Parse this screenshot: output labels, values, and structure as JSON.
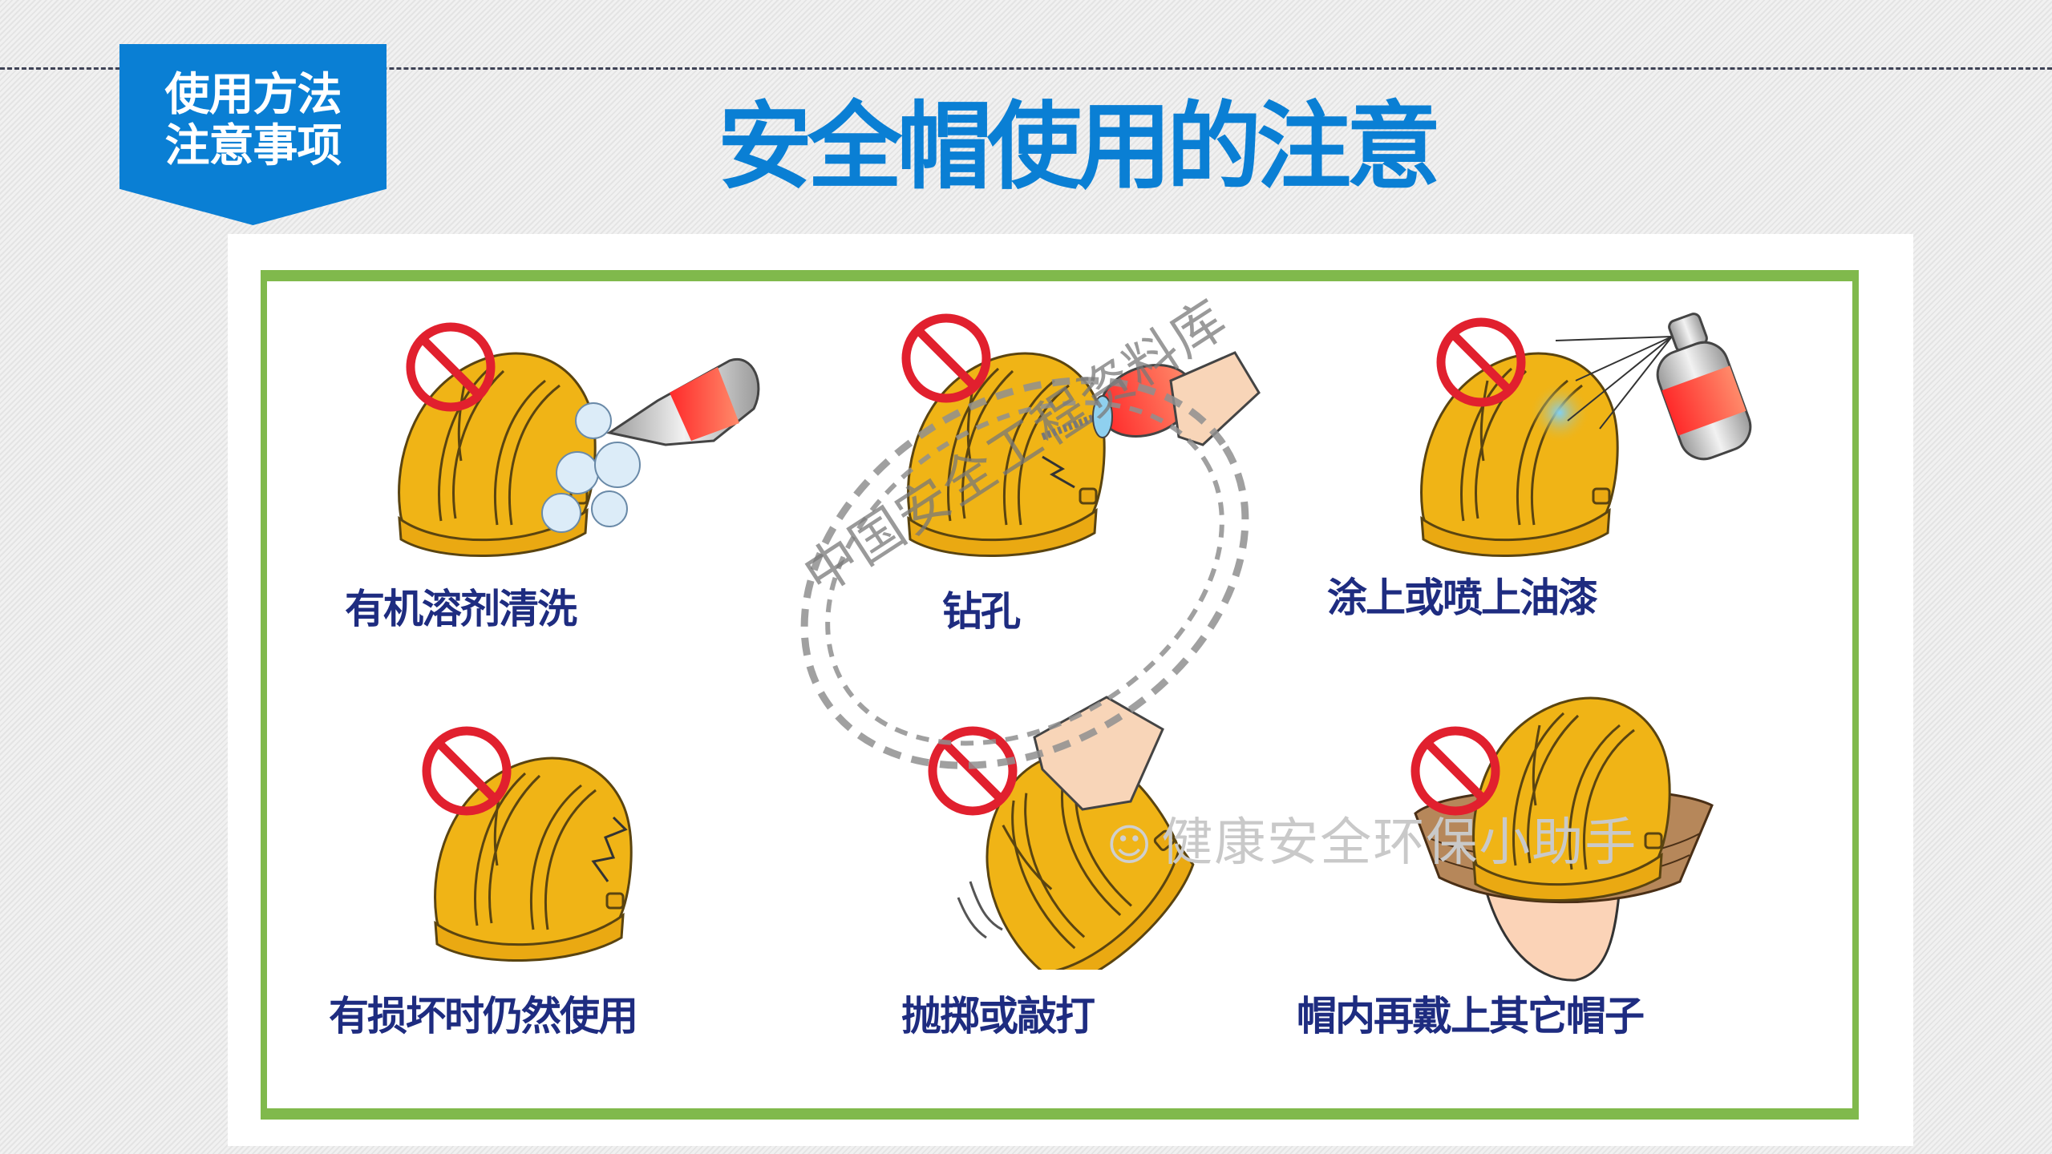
{
  "header": {
    "badge_line1": "使用方法",
    "badge_line2": "注意事项",
    "title": "安全帽使用的注意"
  },
  "colors": {
    "accent_blue": "#0a7fd4",
    "frame_green": "#80b94c",
    "label_navy": "#1e2c80",
    "helmet_yellow": "#f0b416",
    "prohibit_red": "#e1202e",
    "dash_line": "#3e4255"
  },
  "items": [
    {
      "label": "有机溶剂清洗",
      "icon": "prohibition-icon",
      "illustration": "helmet-solvent-cleaning"
    },
    {
      "label": "钻孔",
      "icon": "prohibition-icon",
      "illustration": "helmet-drilling"
    },
    {
      "label": "涂上或喷上油漆",
      "icon": "prohibition-icon",
      "illustration": "helmet-spray-paint"
    },
    {
      "label": "有损坏时仍然使用",
      "icon": "prohibition-icon",
      "illustration": "helmet-cracked"
    },
    {
      "label": "抛掷或敲打",
      "icon": "prohibition-icon",
      "illustration": "helmet-throwing"
    },
    {
      "label": "帽内再戴上其它帽子",
      "icon": "prohibition-icon",
      "illustration": "helmet-over-other-hat"
    }
  ],
  "watermarks": {
    "wechat": "健康安全环保小助手",
    "wechat_icon": "wechat-icon",
    "stamp": "中国安全工程资料库"
  }
}
